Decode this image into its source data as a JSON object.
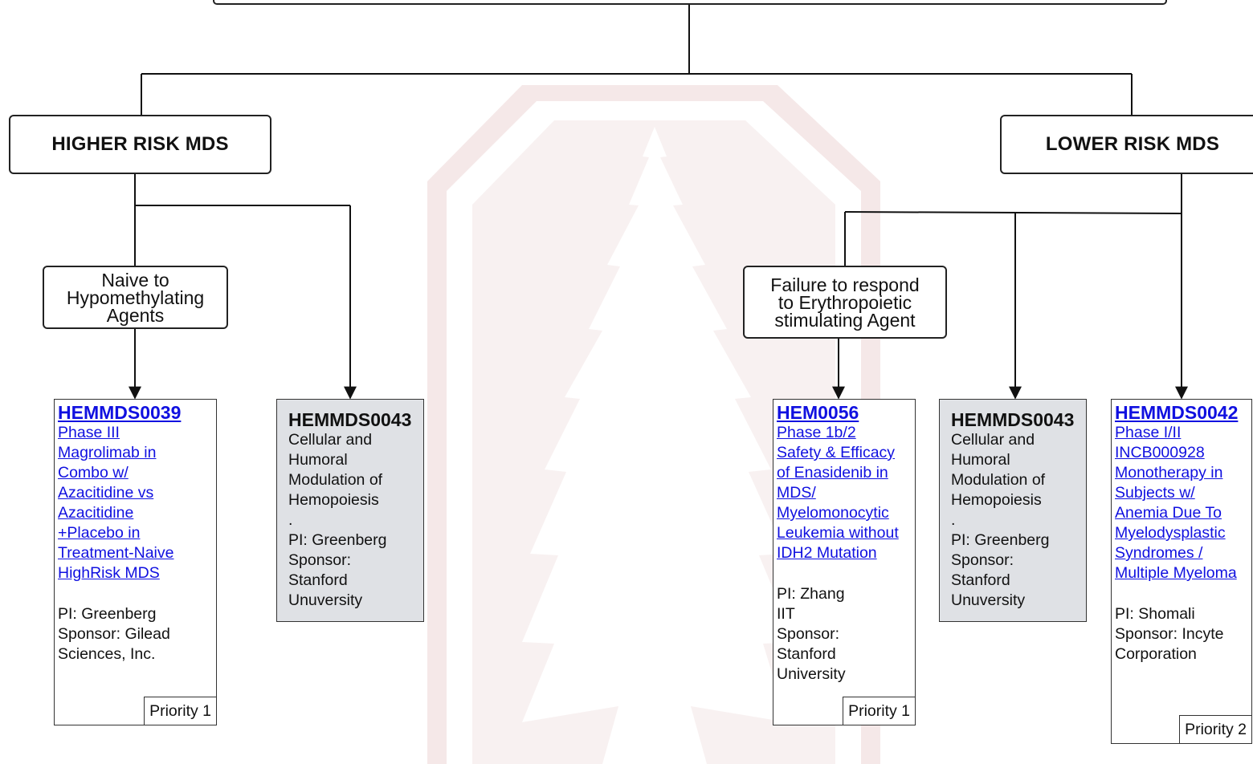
{
  "categories": {
    "higher": "HIGHER RISK MDS",
    "lower": "LOWER RISK MDS"
  },
  "subgroups": {
    "naive": [
      "Naive to",
      "Hypomethylating",
      "Agents"
    ],
    "esa": [
      "Failure to respond",
      "to Erythropoietic",
      "stimulating Agent"
    ]
  },
  "trials": {
    "hemmds0039": {
      "id": "HEMMDS0039",
      "title_lines": [
        "Phase III",
        "Magrolimab in",
        "Combo w/",
        "Azacitidine vs",
        "Azacitidine",
        "+Placebo in",
        "Treatment-Naive",
        "HighRisk MDS"
      ],
      "info_lines": [
        "PI: Greenberg",
        "Sponsor: Gilead",
        "Sciences, Inc."
      ],
      "priority": "Priority 1"
    },
    "hemmds0043_a": {
      "id": "HEMMDS0043",
      "title_lines": [
        "Cellular and",
        "Humoral",
        "Modulation of",
        "Hemopoiesis",
        "."
      ],
      "info_lines": [
        "PI: Greenberg",
        "Sponsor:",
        "Stanford",
        "Unuversity"
      ]
    },
    "hem0056": {
      "id": "HEM0056",
      "title_lines": [
        "Phase 1b/2",
        "Safety & Efficacy",
        "of Enasidenib in",
        "MDS/",
        "Myelomonocytic",
        "Leukemia without",
        "IDH2 Mutation"
      ],
      "info_lines": [
        "PI: Zhang",
        "IIT",
        "Sponsor:",
        "Stanford",
        "University"
      ],
      "priority": "Priority 1"
    },
    "hemmds0043_b": {
      "id": "HEMMDS0043",
      "title_lines": [
        "Cellular and",
        "Humoral",
        "Modulation of",
        "Hemopoiesis",
        "."
      ],
      "info_lines": [
        "PI: Greenberg",
        "Sponsor:",
        "Stanford",
        "Unuversity"
      ]
    },
    "hemmds0042": {
      "id": "HEMMDS0042",
      "title_lines": [
        "Phase I/II",
        "INCB000928",
        "Monotherapy in",
        "Subjects w/",
        "Anemia Due To",
        "Myelodysplastic",
        "Syndromes /",
        "Multiple Myeloma"
      ],
      "info_lines": [
        "PI: Shomali",
        "Sponsor: Incyte",
        "Corporation"
      ],
      "priority": "Priority 2"
    }
  },
  "colors": {
    "link": "#1010e0",
    "gray_box": "#dfe1e5",
    "watermark": "#f1e1e1",
    "line": "#111111"
  }
}
